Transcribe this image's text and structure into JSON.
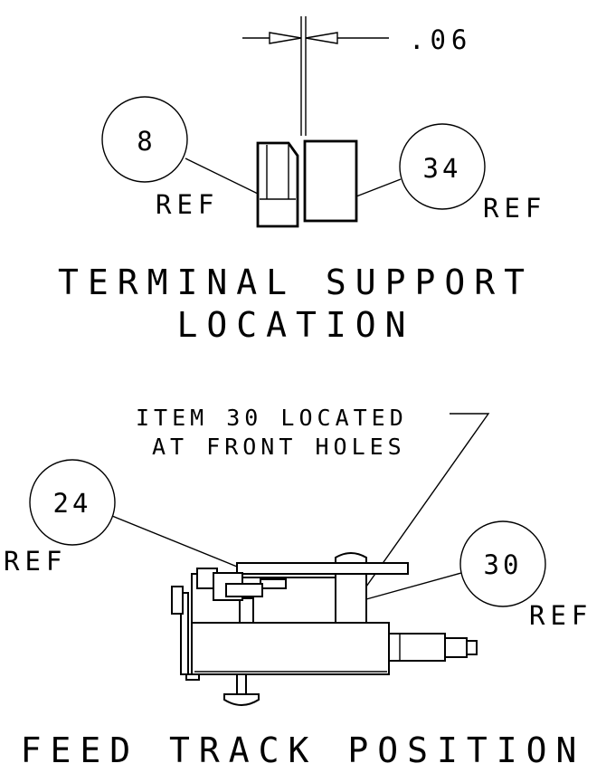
{
  "top": {
    "dimension": ".06",
    "balloon_left": {
      "number": "8",
      "ref": "REF"
    },
    "balloon_right": {
      "number": "34",
      "ref": "REF"
    },
    "title_line1": "TERMINAL SUPPORT",
    "title_line2": "LOCATION"
  },
  "bottom": {
    "note_line1": "ITEM 30 LOCATED",
    "note_line2": "AT FRONT HOLES",
    "balloon_left": {
      "number": "24",
      "ref": "REF"
    },
    "balloon_right": {
      "number": "30",
      "ref": "REF"
    },
    "title": "FEED TRACK POSITION"
  }
}
